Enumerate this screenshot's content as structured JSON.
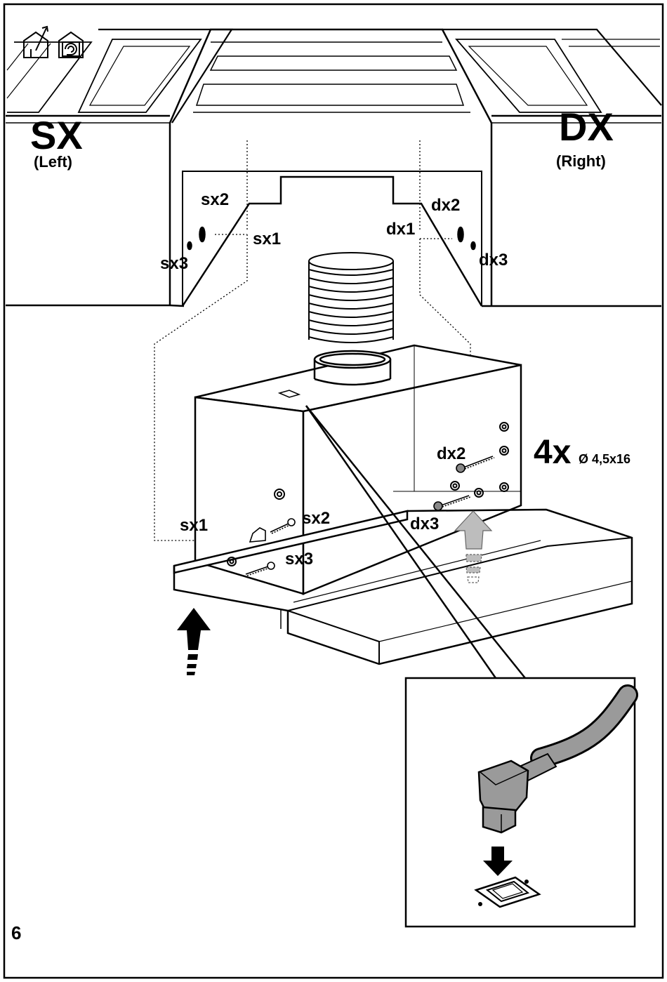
{
  "page_number": "6",
  "sides": {
    "left_code": "SX",
    "left_name": "(Left)",
    "right_code": "DX",
    "right_name": "(Right)"
  },
  "screw_points": {
    "sx1": "sx1",
    "sx2": "sx2",
    "sx3": "sx3",
    "dx1": "dx1",
    "dx2": "dx2",
    "dx3": "dx3"
  },
  "hood_labels": {
    "sx1": "sx1",
    "sx2": "sx2",
    "sx3": "sx3",
    "dx2": "dx2",
    "dx3": "dx3"
  },
  "fasteners": {
    "quantity": "4x",
    "size": "Ø 4,5x16"
  },
  "icons": [
    "house-exhaust-icon",
    "house-recirculation-icon"
  ],
  "colors": {
    "line": "#000000",
    "background": "#ffffff",
    "flat_grey": "#bdbdbd",
    "cable_grey": "#9a9a9a"
  }
}
